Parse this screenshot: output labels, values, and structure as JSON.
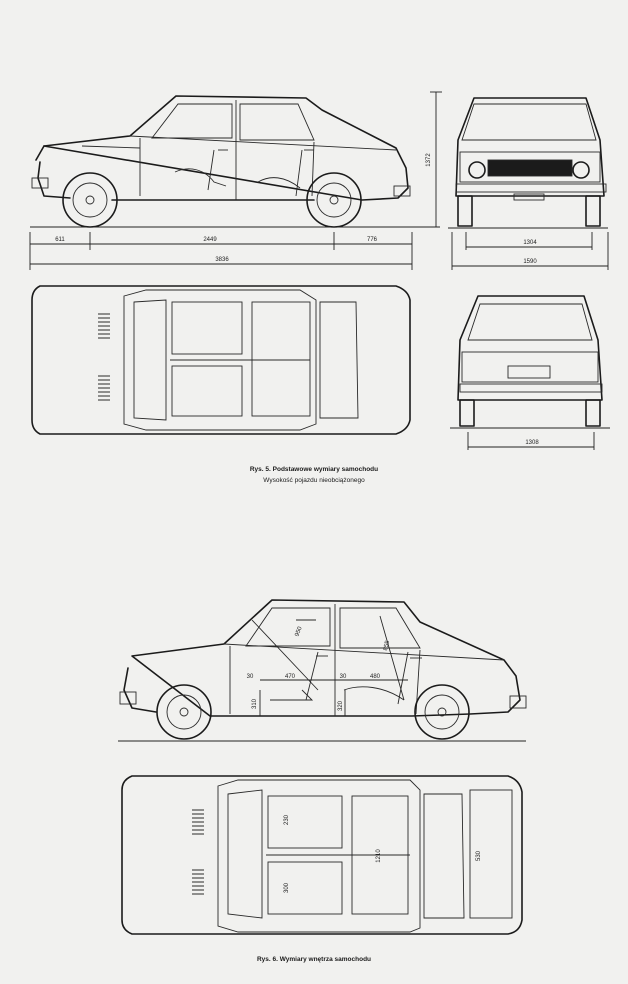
{
  "figure5": {
    "dims": {
      "front_overhang": "611",
      "wheelbase": "2449",
      "rear_overhang": "776",
      "length": "3836",
      "height": "1372",
      "front_track": "1304",
      "width": "1590",
      "rear_track": "1308"
    },
    "caption_label": "Rys. 5.",
    "caption_title": "Podstawowe wymiary samochodu",
    "caption_note": "Wysokość pojazdu nieobciążonego"
  },
  "figure6": {
    "dims": {
      "front_headroom": "950",
      "rear_headroom": "855",
      "front_seat_offset": "30",
      "front_seat_depth": "470",
      "rear_seat_offset": "30",
      "rear_seat_depth": "480",
      "front_seat_height": "310",
      "rear_seat_height": "320",
      "front_seat_width_top": "230",
      "front_seat_width_bottom": "300",
      "interior_width": "1210",
      "trunk_length": "530"
    },
    "caption_label": "Rys. 6.",
    "caption_title": "Wymiary wnętrza samochodu"
  }
}
